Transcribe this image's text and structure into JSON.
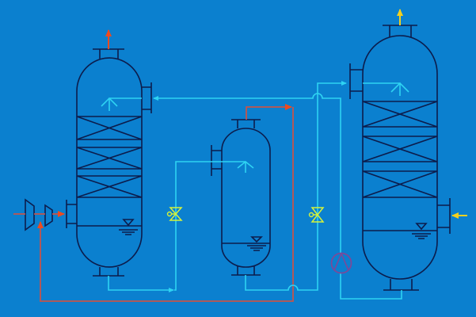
{
  "diagram": {
    "type": "process-flow-diagram",
    "components": [
      {
        "id": "column-1",
        "kind": "packed-column",
        "packing_beds": 3
      },
      {
        "id": "vessel-2",
        "kind": "separator-vessel"
      },
      {
        "id": "column-3",
        "kind": "packed-column",
        "packing_beds": 3
      },
      {
        "id": "compressor-1",
        "kind": "compressor"
      },
      {
        "id": "valve-1",
        "kind": "control-valve"
      },
      {
        "id": "valve-2",
        "kind": "control-valve"
      },
      {
        "id": "pump-1",
        "kind": "centrifugal-pump"
      }
    ]
  },
  "colors": {
    "background": "#0b80cf",
    "equipment": "#0c1c4c",
    "liquid_line": "#2ed3f2",
    "gas_line": "#c4544c",
    "gas_arrow": "#ee4a1e",
    "product_arrow": "#f2d020",
    "valve": "#d6f23a",
    "pump": "#7a4a9a"
  }
}
